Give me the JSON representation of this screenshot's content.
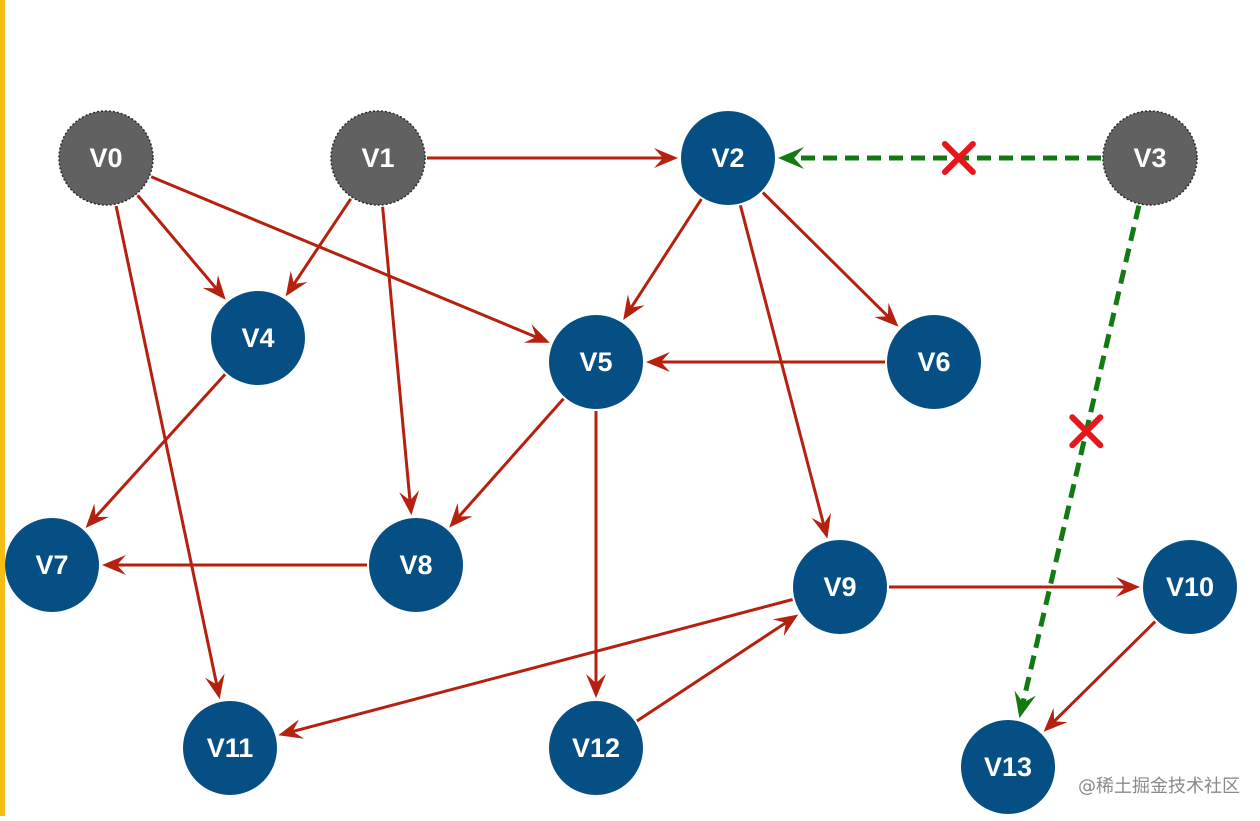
{
  "colors": {
    "accent_bar": "#f6bd16",
    "node_active": "#064f85",
    "node_inactive": "#616161",
    "edge": "#b5200f",
    "edge_removed": "#137a13",
    "removed_mark": "#e8161b"
  },
  "watermark": "@稀土掘金技术社区",
  "nodes": [
    {
      "id": "V0",
      "label": "V0",
      "state": "inactive"
    },
    {
      "id": "V1",
      "label": "V1",
      "state": "inactive"
    },
    {
      "id": "V2",
      "label": "V2",
      "state": "active"
    },
    {
      "id": "V3",
      "label": "V3",
      "state": "inactive"
    },
    {
      "id": "V4",
      "label": "V4",
      "state": "active"
    },
    {
      "id": "V5",
      "label": "V5",
      "state": "active"
    },
    {
      "id": "V6",
      "label": "V6",
      "state": "active"
    },
    {
      "id": "V7",
      "label": "V7",
      "state": "active"
    },
    {
      "id": "V8",
      "label": "V8",
      "state": "active"
    },
    {
      "id": "V9",
      "label": "V9",
      "state": "active"
    },
    {
      "id": "V10",
      "label": "V10",
      "state": "active"
    },
    {
      "id": "V11",
      "label": "V11",
      "state": "active"
    },
    {
      "id": "V12",
      "label": "V12",
      "state": "active"
    },
    {
      "id": "V13",
      "label": "V13",
      "state": "active"
    }
  ],
  "edges": [
    {
      "from": "V0",
      "to": "V4",
      "style": "normal"
    },
    {
      "from": "V0",
      "to": "V5",
      "style": "normal"
    },
    {
      "from": "V0",
      "to": "V11",
      "style": "normal"
    },
    {
      "from": "V1",
      "to": "V2",
      "style": "normal"
    },
    {
      "from": "V1",
      "to": "V4",
      "style": "normal"
    },
    {
      "from": "V1",
      "to": "V8",
      "style": "normal"
    },
    {
      "from": "V2",
      "to": "V5",
      "style": "normal"
    },
    {
      "from": "V2",
      "to": "V6",
      "style": "normal"
    },
    {
      "from": "V2",
      "to": "V9",
      "style": "normal"
    },
    {
      "from": "V3",
      "to": "V2",
      "style": "removed"
    },
    {
      "from": "V3",
      "to": "V13",
      "style": "removed"
    },
    {
      "from": "V4",
      "to": "V7",
      "style": "normal"
    },
    {
      "from": "V5",
      "to": "V8",
      "style": "normal"
    },
    {
      "from": "V5",
      "to": "V12",
      "style": "normal"
    },
    {
      "from": "V6",
      "to": "V5",
      "style": "normal"
    },
    {
      "from": "V8",
      "to": "V7",
      "style": "normal"
    },
    {
      "from": "V9",
      "to": "V10",
      "style": "normal"
    },
    {
      "from": "V9",
      "to": "V11",
      "style": "normal"
    },
    {
      "from": "V10",
      "to": "V13",
      "style": "normal"
    },
    {
      "from": "V12",
      "to": "V9",
      "style": "normal"
    }
  ]
}
